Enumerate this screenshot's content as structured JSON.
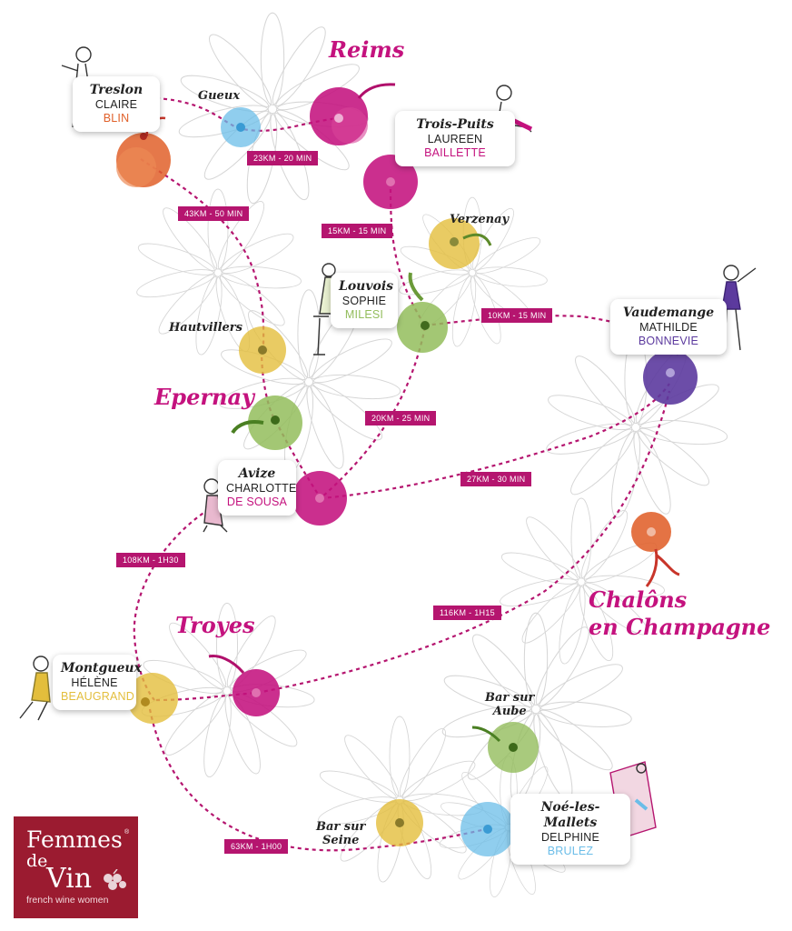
{
  "colors": {
    "magenta": "#c4127e",
    "route": "#b5156f",
    "orange": "#e0602a",
    "blue": "#6bbde8",
    "yellow": "#e3be3c",
    "green": "#93bd5c",
    "purple": "#5c3a9e",
    "logo": "#9b1b30"
  },
  "cities": {
    "reims": "Reims",
    "epernay": "Epernay",
    "troyes": "Troyes",
    "chalons_1": "Chalôns",
    "chalons_2": "en Champagne"
  },
  "villages": {
    "gueux": "Gueux",
    "verzenay": "Verzenay",
    "hautvillers": "Hautvillers",
    "bar_sur_aube_1": "Bar sur",
    "bar_sur_aube_2": "Aube",
    "bar_sur_seine_1": "Bar sur",
    "bar_sur_seine_2": "Seine"
  },
  "producers": {
    "treslon": {
      "village": "Treslon",
      "first": "CLAIRE",
      "last": "BLIN",
      "color": "#e0602a"
    },
    "trois_puits": {
      "village": "Trois-Puits",
      "first": "LAUREEN",
      "last": "BAILLETTE",
      "color": "#c4127e"
    },
    "louvois": {
      "village": "Louvois",
      "first": "SOPHIE",
      "last": "MILESI",
      "color": "#93bd5c"
    },
    "vaudemange": {
      "village": "Vaudemange",
      "first": "MATHILDE",
      "last": "BONNEVIE",
      "color": "#5c3a9e"
    },
    "avize": {
      "village": "Avize",
      "first": "CHARLOTTE",
      "last": "DE SOUSA",
      "color": "#c4127e"
    },
    "montgueux": {
      "village": "Montgueux",
      "first": "HÉLÈNE",
      "last": "BEAUGRAND",
      "color": "#e3be3c"
    },
    "noe": {
      "village": "Noé-les-Mallets",
      "first": "DELPHINE",
      "last": "BRULEZ",
      "color": "#6bbde8"
    }
  },
  "routes": {
    "r1": "23KM - 20 MIN",
    "r2": "43KM - 50 MIN",
    "r3": "15KM - 15 MIN",
    "r4": "10KM - 15 MIN",
    "r5": "20KM - 25 MIN",
    "r6": "27KM - 30 MIN",
    "r7": "108KM - 1H30",
    "r8": "116KM - 1H15",
    "r9": "63KM - 1H00"
  },
  "logo": {
    "line1": "Femmes",
    "line2": "de",
    "line3": "Vin",
    "registered": "®",
    "tagline": "french wine women"
  }
}
